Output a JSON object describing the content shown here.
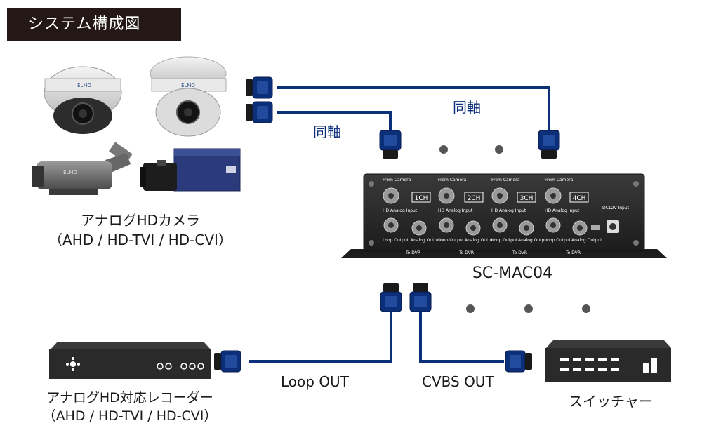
{
  "title": "システム構成図",
  "cameras": {
    "label_line1": "アナログHDカメラ",
    "label_line2": "（AHD / HD-TVI / HD-CVI）"
  },
  "device": {
    "model": "SC-MAC04",
    "channels": [
      "1CH",
      "2CH",
      "3CH",
      "4CH"
    ],
    "port_from_camera": "From Camera",
    "port_hd_input": "HD Analog Input",
    "port_loop": "Loop Output",
    "port_analog": "Analog Output",
    "port_to_dvr": "To DVR",
    "dc_label": "DC12V Input"
  },
  "cables": {
    "coax": "同軸",
    "loop_out": "Loop OUT",
    "cvbs_out": "CVBS OUT"
  },
  "recorder": {
    "label_line1": "アナログHD対応レコーダー",
    "label_line2": "（AHD / HD-TVI / HD-CVI）"
  },
  "switcher": {
    "label": "スイッチャー"
  },
  "colors": {
    "cable": "#0c2f7a",
    "dark": "#231815",
    "device": "#2b2b2b"
  }
}
